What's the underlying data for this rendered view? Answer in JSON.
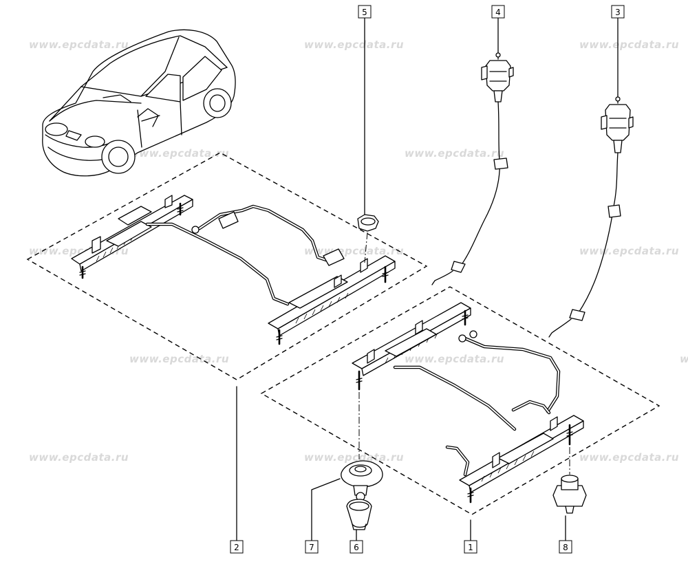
{
  "watermark": "www.epcdata.ru",
  "callouts": {
    "c1": "1",
    "c2": "2",
    "c3": "3",
    "c4": "4",
    "c5": "5",
    "c6": "6",
    "c7": "7",
    "c8": "8"
  },
  "colors": {
    "line": "#000000",
    "background": "#ffffff",
    "watermark": "#d9d9d9"
  }
}
